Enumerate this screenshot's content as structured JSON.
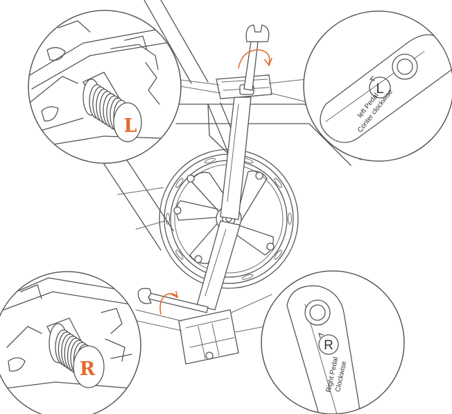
{
  "colors": {
    "line": "#555555",
    "accent": "#e46a2b",
    "background": "#ffffff"
  },
  "left_pedal": {
    "letter": "L",
    "instruction_line1": "left Pedal",
    "instruction_line2": "Conter clockwise",
    "rotation_icon": "counter-clockwise-arrow-icon"
  },
  "right_pedal": {
    "letter": "R",
    "instruction_line1": "Right Pedal",
    "instruction_line2": "Clockwise",
    "rotation_icon": "clockwise-arrow-icon"
  },
  "tools": {
    "wrench_icon": "wrench-icon"
  }
}
